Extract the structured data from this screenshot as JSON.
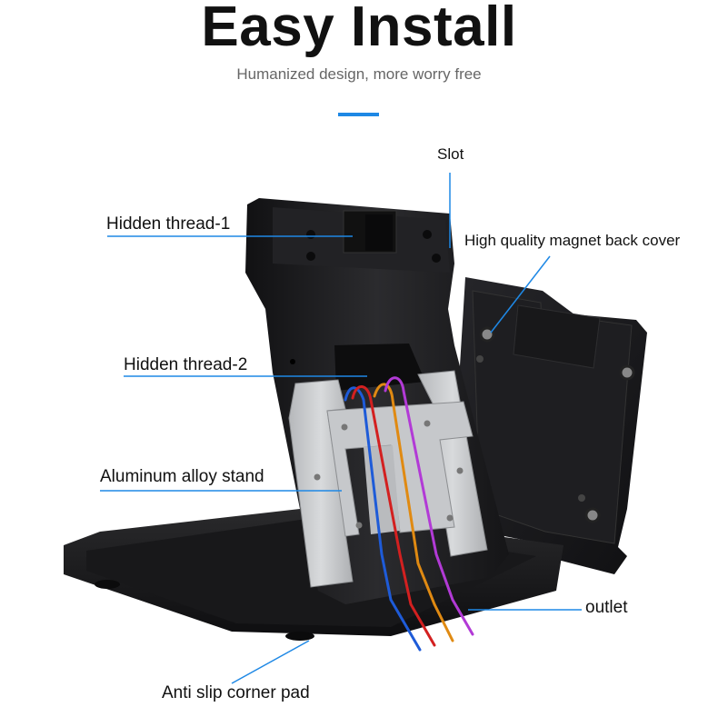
{
  "header": {
    "title": "Easy Install",
    "subtitle": "Humanized design, more worry free",
    "accent_color": "#1e88e5"
  },
  "callouts": {
    "slot": "Slot",
    "hidden_thread_1": "Hidden thread-1",
    "magnet_back_cover": "High quality magnet back cover",
    "hidden_thread_2": "Hidden thread-2",
    "aluminum_stand": "Aluminum alloy stand",
    "outlet": "outlet",
    "anti_slip_pad": "Anti slip corner pad"
  },
  "colors": {
    "callout_line": "#1e88e5",
    "stand_body": "#1c1c1e",
    "bracket": "#c9cbcd",
    "cables": [
      "#1e5bd8",
      "#d32020",
      "#e08a12",
      "#b23ad6"
    ]
  }
}
